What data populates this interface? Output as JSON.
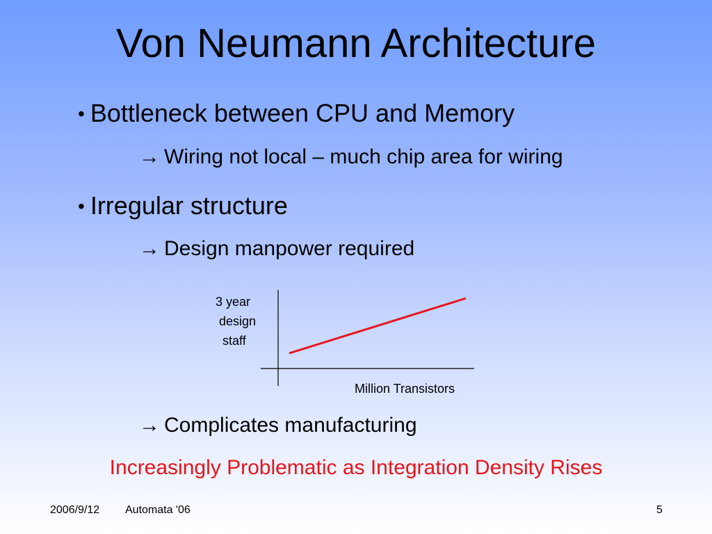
{
  "slide": {
    "title": "Von Neumann Architecture",
    "bullets": [
      {
        "text": "Bottleneck between CPU and Memory",
        "sub": "Wiring not local – much chip area for wiring"
      },
      {
        "text": "Irregular structure",
        "sub": "Design manpower required"
      }
    ],
    "sub_after_chart": "Complicates manufacturing",
    "highlight": "Increasingly Problematic as Integration Density Rises",
    "highlight_color": "#e8141c",
    "bullet_symbol": "•",
    "arrow_symbol": "→"
  },
  "chart_data": {
    "type": "line",
    "ylabel_lines": [
      "3 year",
      " design",
      "  staff"
    ],
    "xlabel": "Million Transistors",
    "series": [
      {
        "color": "#e8141c",
        "trend": "increasing linear"
      }
    ]
  },
  "footer": {
    "date": "2006/9/12",
    "event": "Automata '06",
    "page_number": "5"
  }
}
